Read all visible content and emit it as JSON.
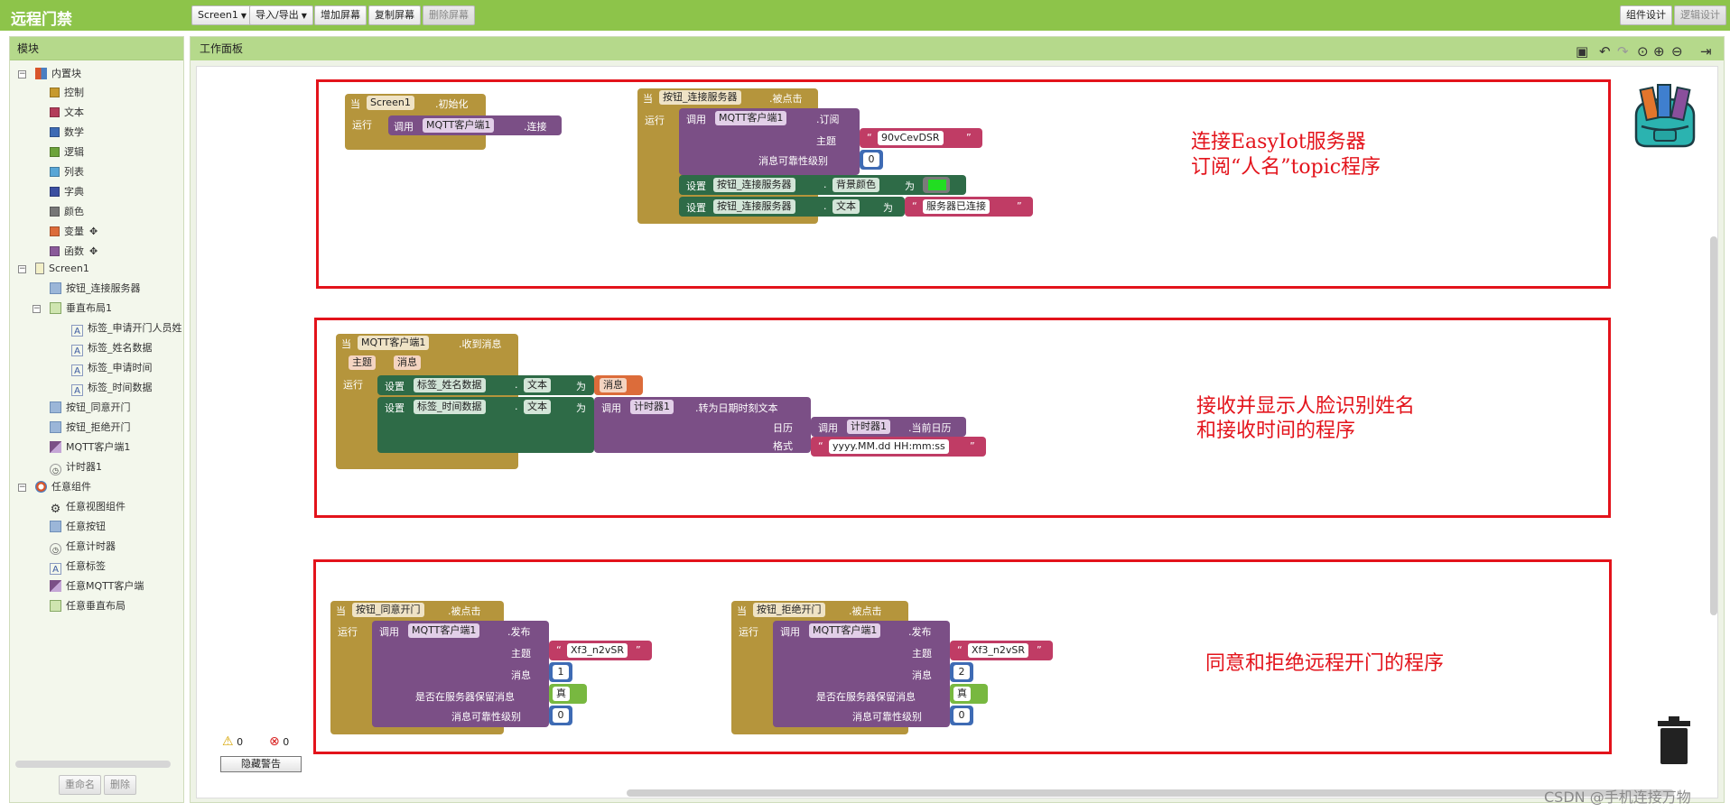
{
  "app": {
    "title": "远程门禁"
  },
  "toolbar": {
    "screen_select": "Screen1",
    "import_export": "导入/导出",
    "add_screen": "增加屏幕",
    "copy_screen": "复制屏幕",
    "delete_screen": "删除屏幕",
    "designer": "组件设计",
    "blocks_editor": "逻辑设计"
  },
  "left_panel": {
    "title": "模块",
    "builtin": {
      "label": "内置块",
      "items": [
        {
          "label": "控制",
          "color": "#c79a2e"
        },
        {
          "label": "文本",
          "color": "#b33c5a"
        },
        {
          "label": "数学",
          "color": "#3e6bb4"
        },
        {
          "label": "逻辑",
          "color": "#6ca33a"
        },
        {
          "label": "列表",
          "color": "#58a6d6"
        },
        {
          "label": "字典",
          "color": "#3b4fa0"
        },
        {
          "label": "颜色",
          "color": "#777777"
        },
        {
          "label": "变量",
          "color": "#dc6c3a"
        },
        {
          "label": "函数",
          "color": "#8a5a99"
        }
      ]
    },
    "screen": {
      "label": "Screen1",
      "items": [
        "按钮_连接服务器",
        "垂直布局1",
        "标签_申请开门人员姓",
        "标签_姓名数据",
        "标签_申请时间",
        "标签_时间数据",
        "按钮_同意开门",
        "按钮_拒绝开门",
        "MQTT客户端1",
        "计时器1"
      ]
    },
    "any": {
      "label": "任意组件",
      "items": [
        "任意视图组件",
        "任意按钮",
        "任意计时器",
        "任意标签",
        "任意MQTT客户端",
        "任意垂直布局"
      ]
    },
    "rename": "重命名",
    "delete": "删除"
  },
  "workspace": {
    "title": "工作面板",
    "warnings": "0",
    "errors": "0",
    "hide_warnings": "隐藏警告"
  },
  "blocks": {
    "when": "当",
    "do": "运行",
    "call": "调用",
    "set": "设置",
    "to": "为",
    "dot": ".",
    "init": {
      "component": "Screen1",
      "event": ".初始化",
      "mqtt": "MQTT客户端1",
      "method": ".连接"
    },
    "connect": {
      "component": "按钮_连接服务器",
      "event": ".被点击",
      "mqtt": "MQTT客户端1",
      "method": ".订阅",
      "topic_label": "主题",
      "topic_value": "90vCevDSR",
      "qos_label": "消息可靠性级别",
      "qos_value": "0",
      "set1_component": "按钮_连接服务器",
      "set1_prop": "背景颜色",
      "set2_component": "按钮_连接服务器",
      "set2_prop": "文本",
      "set2_value": "服务器已连接"
    },
    "receive": {
      "component": "MQTT客户端1",
      "event": ".收到消息",
      "param1": "主题",
      "param2": "消息",
      "set1_component": "标签_姓名数据",
      "set1_prop": "文本",
      "set1_value": "消息",
      "set2_component": "标签_时间数据",
      "set2_prop": "文本",
      "timer": "计时器1",
      "timer_method": ".转为日期时刻文本",
      "calendar_label": "日历",
      "calendar_timer": "计时器1",
      "calendar_method": ".当前日历",
      "format_label": "格式",
      "format_value": "yyyy.MM.dd HH:mm:ss"
    },
    "agree": {
      "component": "按钮_同意开门",
      "event": ".被点击",
      "mqtt": "MQTT客户端1",
      "method": ".发布",
      "topic_label": "主题",
      "topic_value": "Xf3_n2vSR",
      "msg_label": "消息",
      "msg_value": "1",
      "retain_label": "是否在服务器保留消息",
      "retain_value": "真",
      "qos_label": "消息可靠性级别",
      "qos_value": "0"
    },
    "reject": {
      "component": "按钮_拒绝开门",
      "event": ".被点击",
      "mqtt": "MQTT客户端1",
      "method": ".发布",
      "topic_label": "主题",
      "topic_value": "Xf3_n2vSR",
      "msg_label": "消息",
      "msg_value": "2",
      "retain_label": "是否在服务器保留消息",
      "retain_value": "真",
      "qos_label": "消息可靠性级别",
      "qos_value": "0"
    }
  },
  "annotations": {
    "a1_line1": "连接EasyIot服务器",
    "a1_line2": "订阅“人名”topic程序",
    "a2_line1": "接收并显示人脸识别姓名",
    "a2_line2": "和接收时间的程序",
    "a3": "同意和拒绝远程开门的程序"
  },
  "watermark": "CSDN @手机连接万物",
  "colors": {
    "annotation_red": "#e3131b",
    "topbar_green": "#8dc44a",
    "panel_head": "#b5d98b",
    "swatch_green": "#22dd22"
  }
}
